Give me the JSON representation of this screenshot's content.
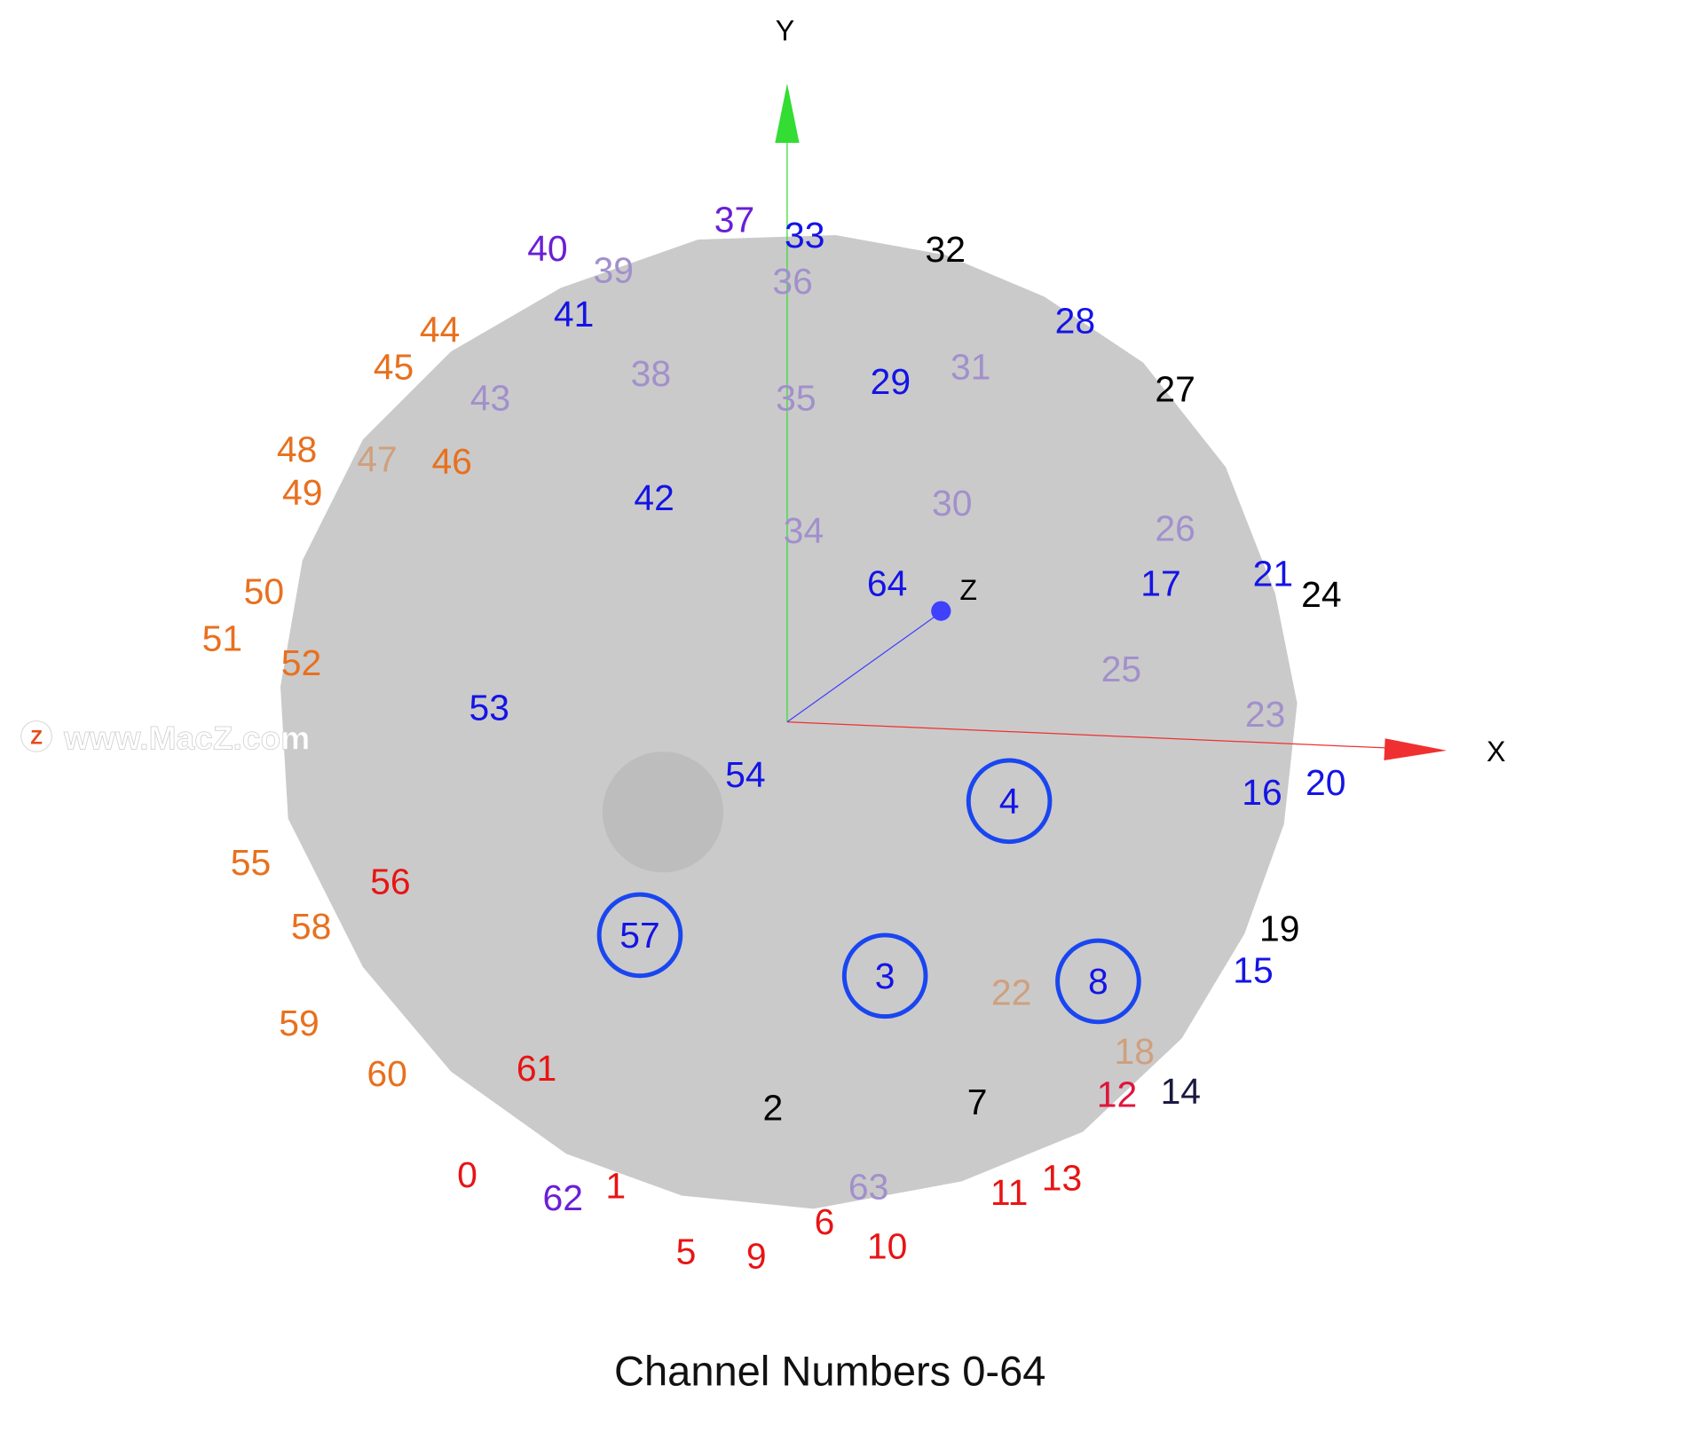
{
  "title": "Channel Numbers 0-64",
  "axes": {
    "x_label": "X",
    "y_label": "Y",
    "z_label": "Z"
  },
  "watermark": {
    "text": "www.MacZ.com",
    "logo_letter": "Z"
  },
  "colors": {
    "purple": "#6a1fd6",
    "blue": "#1414e6",
    "lavender": "#a290cc",
    "black": "#000000",
    "navy": "#1a1a40",
    "orange": "#e8701e",
    "tan": "#cfa07e",
    "red": "#e81414",
    "crimson": "#e0143c",
    "highlight_ring": "#1a46f0",
    "disk": "#cacaca",
    "x_axis": "#f03030",
    "y_axis": "#33dd33",
    "z_axis": "#4040ff"
  },
  "channels": [
    {
      "label": "37",
      "color": "purple"
    },
    {
      "label": "33",
      "color": "blue"
    },
    {
      "label": "32",
      "color": "black"
    },
    {
      "label": "40",
      "color": "purple"
    },
    {
      "label": "39",
      "color": "lavender"
    },
    {
      "label": "36",
      "color": "lavender"
    },
    {
      "label": "41",
      "color": "blue"
    },
    {
      "label": "28",
      "color": "blue"
    },
    {
      "label": "44",
      "color": "orange"
    },
    {
      "label": "45",
      "color": "orange"
    },
    {
      "label": "31",
      "color": "lavender"
    },
    {
      "label": "38",
      "color": "lavender"
    },
    {
      "label": "29",
      "color": "blue"
    },
    {
      "label": "27",
      "color": "black"
    },
    {
      "label": "43",
      "color": "lavender"
    },
    {
      "label": "35",
      "color": "lavender"
    },
    {
      "label": "48",
      "color": "orange"
    },
    {
      "label": "47",
      "color": "tan"
    },
    {
      "label": "46",
      "color": "orange"
    },
    {
      "label": "49",
      "color": "orange"
    },
    {
      "label": "42",
      "color": "blue"
    },
    {
      "label": "30",
      "color": "lavender"
    },
    {
      "label": "26",
      "color": "lavender"
    },
    {
      "label": "34",
      "color": "lavender"
    },
    {
      "label": "64",
      "color": "blue"
    },
    {
      "label": "17",
      "color": "blue"
    },
    {
      "label": "21",
      "color": "blue"
    },
    {
      "label": "24",
      "color": "black"
    },
    {
      "label": "50",
      "color": "orange"
    },
    {
      "label": "51",
      "color": "orange"
    },
    {
      "label": "52",
      "color": "orange"
    },
    {
      "label": "25",
      "color": "lavender"
    },
    {
      "label": "53",
      "color": "blue"
    },
    {
      "label": "23",
      "color": "lavender"
    },
    {
      "label": "54",
      "color": "blue"
    },
    {
      "label": "4",
      "color": "blue",
      "highlighted": true
    },
    {
      "label": "16",
      "color": "blue"
    },
    {
      "label": "20",
      "color": "blue"
    },
    {
      "label": "55",
      "color": "orange"
    },
    {
      "label": "56",
      "color": "red"
    },
    {
      "label": "58",
      "color": "orange"
    },
    {
      "label": "19",
      "color": "black"
    },
    {
      "label": "15",
      "color": "blue"
    },
    {
      "label": "57",
      "color": "blue",
      "highlighted": true
    },
    {
      "label": "3",
      "color": "blue",
      "highlighted": true
    },
    {
      "label": "22",
      "color": "tan"
    },
    {
      "label": "8",
      "color": "blue",
      "highlighted": true
    },
    {
      "label": "59",
      "color": "orange"
    },
    {
      "label": "18",
      "color": "tan"
    },
    {
      "label": "60",
      "color": "orange"
    },
    {
      "label": "61",
      "color": "red"
    },
    {
      "label": "12",
      "color": "crimson"
    },
    {
      "label": "14",
      "color": "navy"
    },
    {
      "label": "2",
      "color": "black"
    },
    {
      "label": "7",
      "color": "black"
    },
    {
      "label": "0",
      "color": "red"
    },
    {
      "label": "62",
      "color": "purple"
    },
    {
      "label": "1",
      "color": "red"
    },
    {
      "label": "63",
      "color": "lavender"
    },
    {
      "label": "6",
      "color": "red"
    },
    {
      "label": "11",
      "color": "red"
    },
    {
      "label": "13",
      "color": "red"
    },
    {
      "label": "5",
      "color": "red"
    },
    {
      "label": "9",
      "color": "red"
    },
    {
      "label": "10",
      "color": "red"
    }
  ]
}
